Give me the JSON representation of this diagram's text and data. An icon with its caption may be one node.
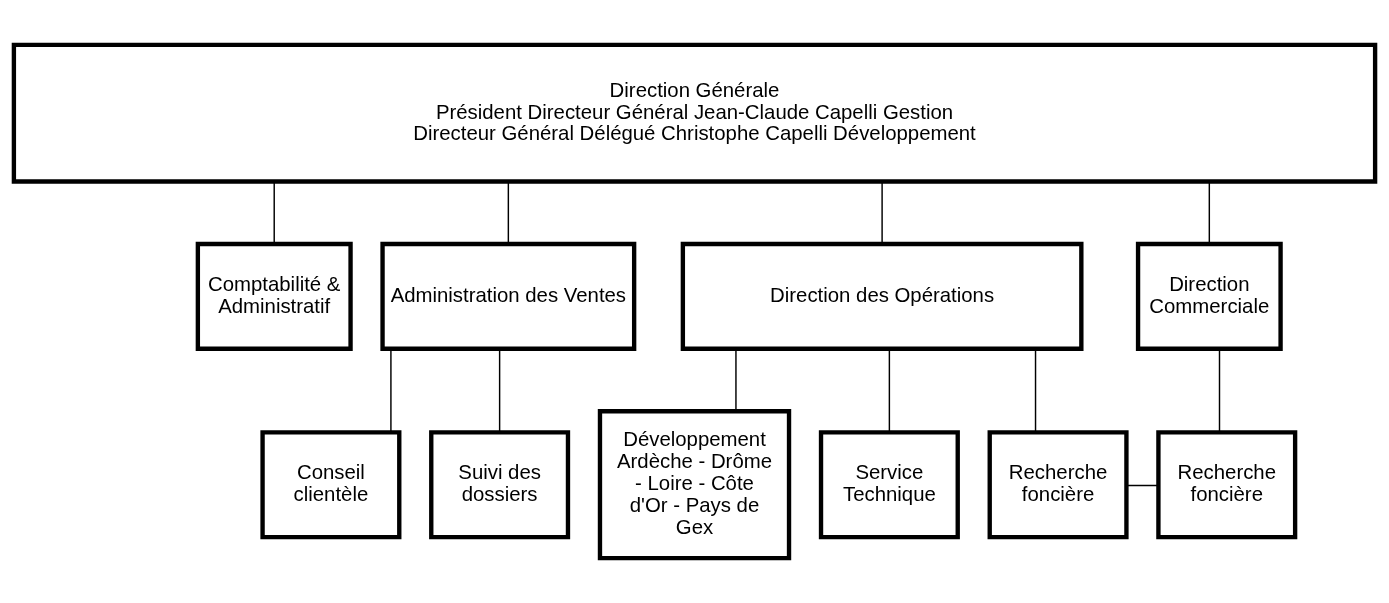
{
  "diagram": {
    "nodes": [
      {
        "text": [
          "Direction Générale",
          "Président Directeur Général Jean-Claude Capelli Gestion",
          "Directeur Général Délégué Christophe Capelli Développement"
        ]
      },
      {
        "text": [
          "Comptabilité & Administratif"
        ]
      },
      {
        "text": [
          "Administration des Ventes"
        ]
      },
      {
        "text": [
          "Direction des Opérations"
        ]
      },
      {
        "text": [
          "Direction Commerciale"
        ]
      },
      {
        "text": [
          "Conseil clientèle"
        ]
      },
      {
        "text": [
          "Suivi des dossiers"
        ]
      },
      {
        "text": [
          "Développement Ardèche - Drôme - Loire - Côte d'Or - Pays de Gex"
        ]
      },
      {
        "text": [
          "Service Technique"
        ]
      },
      {
        "text": [
          "Recherche foncière"
        ]
      },
      {
        "text": [
          "Recherche foncière"
        ]
      }
    ],
    "edges": [
      {
        "from": 0,
        "to": 1,
        "arrow": "none"
      },
      {
        "from": 0,
        "to": 2,
        "arrow": "none"
      },
      {
        "from": 0,
        "to": 3,
        "arrow": "none"
      },
      {
        "from": 0,
        "to": 4,
        "arrow": "none"
      },
      {
        "from": 2,
        "to": 5,
        "arrow": "none"
      },
      {
        "from": 2,
        "to": 6,
        "arrow": "none"
      },
      {
        "from": 3,
        "to": 7,
        "arrow": "none"
      },
      {
        "from": 3,
        "to": 8,
        "arrow": "none"
      },
      {
        "from": 3,
        "to": 9,
        "arrow": "none"
      },
      {
        "from": 4,
        "to": 10,
        "arrow": "none"
      },
      {
        "from": 9,
        "to": 10,
        "arrow": "none"
      }
    ]
  }
}
